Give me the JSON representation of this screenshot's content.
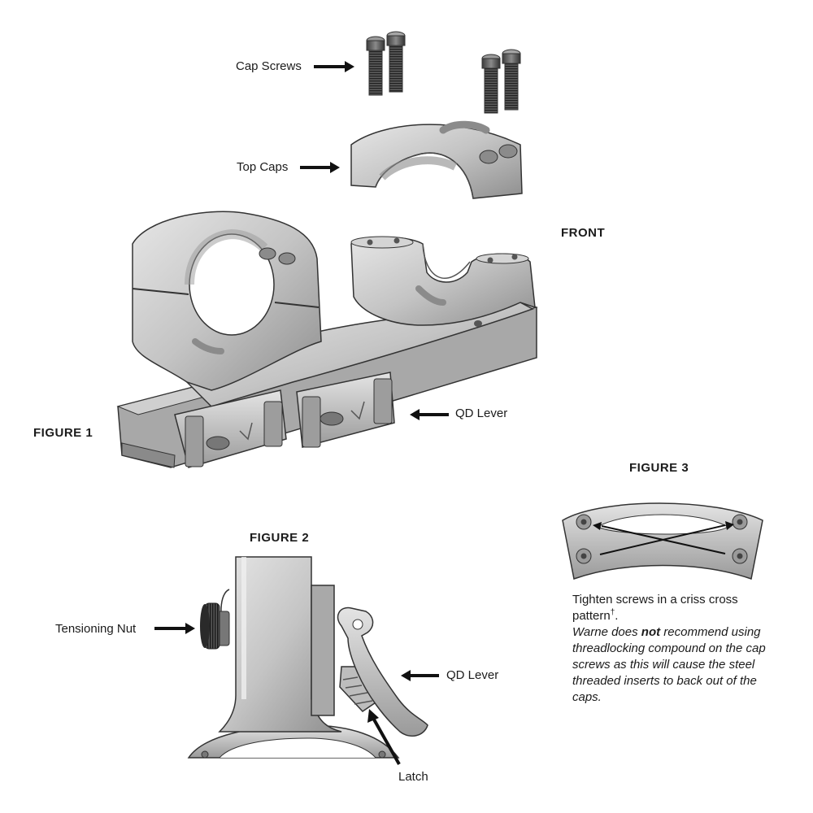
{
  "figure1": {
    "title": "FIGURE 1",
    "front_label": "FRONT",
    "labels": {
      "cap_screws": "Cap Screws",
      "top_caps": "Top Caps",
      "qd_lever": "QD Lever"
    }
  },
  "figure2": {
    "title": "FIGURE 2",
    "labels": {
      "tensioning_nut": "Tensioning Nut",
      "qd_lever": "QD Lever",
      "latch": "Latch"
    }
  },
  "figure3": {
    "title": "FIGURE 3",
    "instruction_text": "Tighten screws in a criss cross pattern",
    "instruction_mark": "†",
    "instruction_end": ".",
    "warning_prefix": "Warne does ",
    "warning_emphasis": "not",
    "warning_suffix": " recommend using threadlocking compound on the cap screws as this will cause the steel threaded inserts to back out of the caps."
  },
  "colors": {
    "metal_light": "#dcdcdc",
    "metal_mid": "#bdbdbd",
    "metal_dark": "#8d8d8d",
    "outline": "#3a3a3a",
    "arrow": "#111111"
  },
  "icons": [
    "arrow-right-icon",
    "arrow-left-icon",
    "arrow-up-icon"
  ]
}
